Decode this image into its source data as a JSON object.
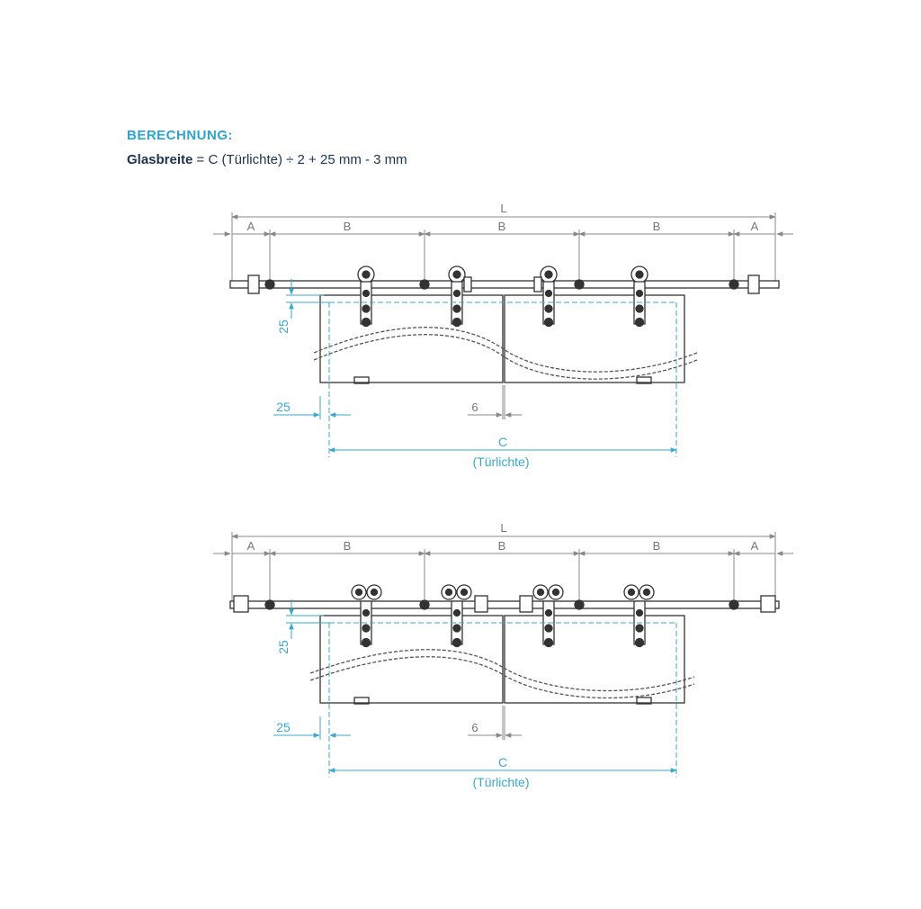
{
  "calc": {
    "heading": "BERECHNUNG:",
    "formula_bold": "Glasbreite",
    "formula_rest": " = C (Türlichte) ÷ 2 + 25 mm - 3 mm"
  },
  "dims": {
    "L": "L",
    "A": "A",
    "B": "B",
    "C": "C",
    "C_sub": "(Türlichte)",
    "v25": "25",
    "h25": "25",
    "gap": "6"
  },
  "colors": {
    "accent": "#2aa6cf",
    "text_dark": "#1c3350",
    "line": "#333333",
    "dim_grey": "#888888",
    "dim_blue": "#3aa9cc"
  }
}
